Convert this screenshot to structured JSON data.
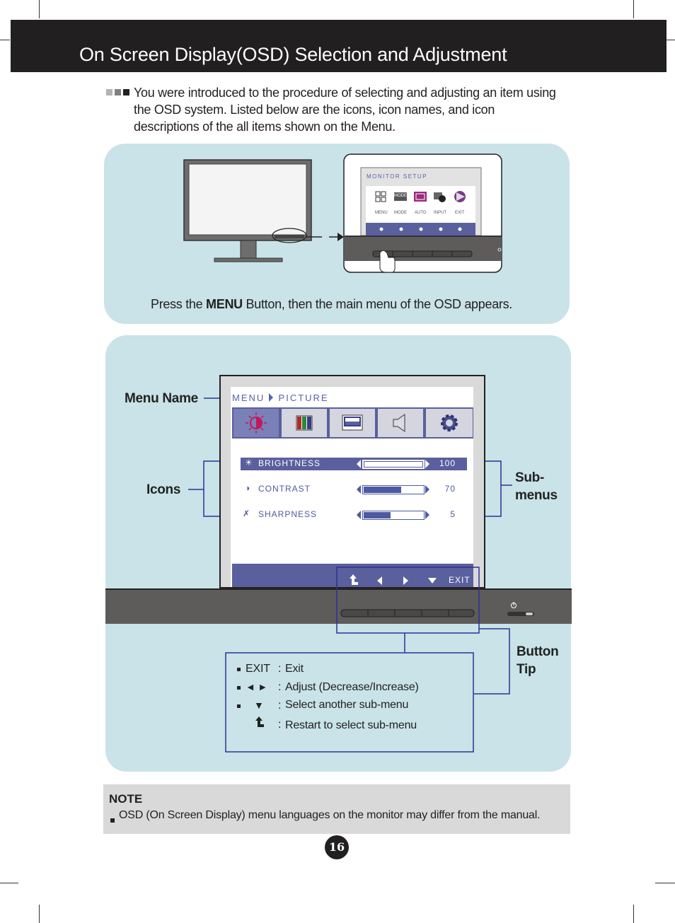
{
  "header": {
    "title": "On Screen Display(OSD) Selection and Adjustment"
  },
  "intro": {
    "text": "You were introduced to the procedure of selecting and adjusting an item using the OSD system. Listed below are the icons, icon names, and icon descriptions of the all items shown on the Menu."
  },
  "figure1": {
    "caption_pre": "Press the ",
    "caption_bold": "MENU",
    "caption_post": " Button, then the main menu of the OSD appears.",
    "monitor_setup_title": "MONITOR SETUP",
    "monitor_setup_items": [
      "MENU",
      "MODE",
      "AUTO",
      "INPUT",
      "EXIT"
    ],
    "mode_badge": "MODE"
  },
  "figure2": {
    "labels": {
      "menu_name": "Menu Name",
      "icons": "Icons",
      "sub_menus_1": "Sub-",
      "sub_menus_2": "menus",
      "button_tip_1": "Button",
      "button_tip_2": "Tip"
    },
    "osd": {
      "breadcrumb_menu": "MENU",
      "breadcrumb_sub": "PICTURE",
      "tab_icons": [
        "brightness-icon",
        "color-bars-icon",
        "display-icon",
        "speaker-icon",
        "gear-icon"
      ],
      "rows": [
        {
          "name": "BRIGHTNESS",
          "value": "100",
          "level": 100
        },
        {
          "name": "CONTRAST",
          "value": "70",
          "level": 70
        },
        {
          "name": "SHARPNESS",
          "value": "5",
          "level": 50
        }
      ],
      "footer_exit": "EXIT"
    },
    "tips": [
      {
        "key": "EXIT",
        "sep": ":",
        "desc": "Exit"
      },
      {
        "key": "◄ ►",
        "sep": ":",
        "desc": "Adjust (Decrease/Increase)"
      },
      {
        "key": "▼",
        "sep": ":",
        "desc": "Select another sub-menu"
      },
      {
        "key": "",
        "sep": ":",
        "desc": "Restart to select sub-menu"
      }
    ]
  },
  "note": {
    "title": "NOTE",
    "text": "OSD (On Screen Display) menu languages on the monitor may differ from the manual."
  },
  "page_number": "16",
  "colors": {
    "header": "#221f20",
    "panel": "#c9e3e8",
    "osd_blue": "#5a5f9e",
    "line_blue": "#2e3192",
    "note_bg": "#d9d9d9"
  }
}
